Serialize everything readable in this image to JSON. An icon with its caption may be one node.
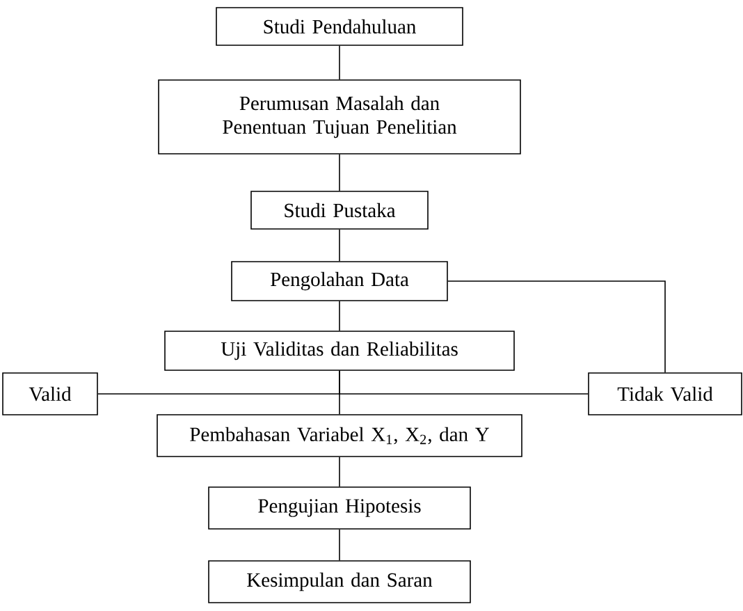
{
  "diagram": {
    "nodes": [
      {
        "text": [
          "Studi Pendahuluan"
        ]
      },
      {
        "text": [
          "Perumusan Masalah dan Penentuan Tujuan Penelitian"
        ]
      },
      {
        "text": [
          "Studi Pustaka"
        ]
      },
      {
        "text": [
          "Pengolahan Data"
        ]
      },
      {
        "text": [
          "Uji Validitas dan Reliabilitas"
        ]
      },
      {
        "text": [
          "Valid"
        ]
      },
      {
        "text": [
          "Tidak Valid"
        ]
      },
      {
        "text": [
          "Pembahasan Variabel X$_{1}$, X$_{2}$, dan Y"
        ]
      },
      {
        "text": [
          "Pengujian Hipotesis"
        ]
      },
      {
        "text": [
          "Kesimpulan dan Saran"
        ]
      }
    ],
    "edges": [
      {
        "from": 0,
        "to": 1,
        "arrow": "none"
      },
      {
        "from": 1,
        "to": 2,
        "arrow": "none"
      },
      {
        "from": 2,
        "to": 3,
        "arrow": "none"
      },
      {
        "from": 3,
        "to": 4,
        "arrow": "none"
      },
      {
        "from": 4,
        "to": 5,
        "arrow": "none"
      },
      {
        "from": 4,
        "to": 6,
        "arrow": "none"
      },
      {
        "from": 4,
        "to": 7,
        "arrow": "none"
      },
      {
        "from": 6,
        "to": 3,
        "arrow": "none"
      },
      {
        "from": 7,
        "to": 8,
        "arrow": "none"
      },
      {
        "from": 8,
        "to": 9,
        "arrow": "none"
      }
    ]
  }
}
